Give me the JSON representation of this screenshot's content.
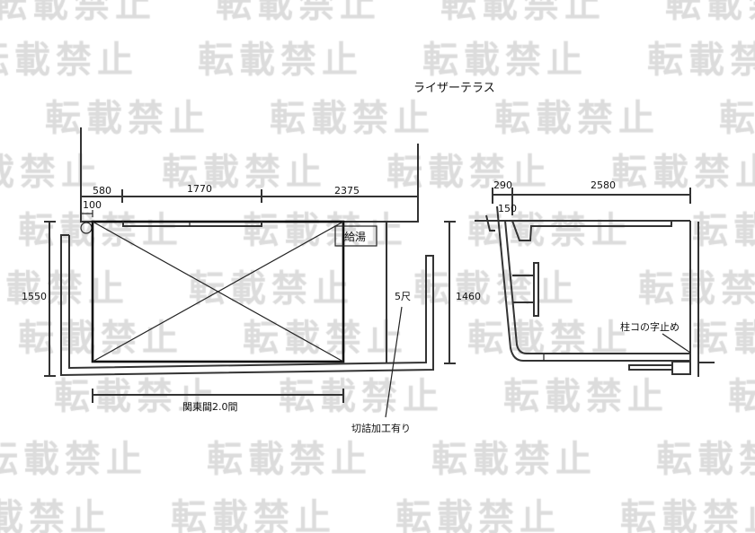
{
  "title": "ライザーテラス",
  "watermark": "転載禁止",
  "plan": {
    "dim_580": "580",
    "dim_1770": "1770",
    "dim_2375": "2375",
    "dim_100": "100",
    "dim_1550": "1550",
    "hot_water_label": "給湯",
    "width_label": "関東間2.0間",
    "five_shaku": "5尺",
    "cut_note": "切詰加工有り"
  },
  "section": {
    "dim_290": "290",
    "dim_2580": "2580",
    "dim_150": "150",
    "dim_1460": "1460",
    "post_note": "柱コの字止め"
  }
}
